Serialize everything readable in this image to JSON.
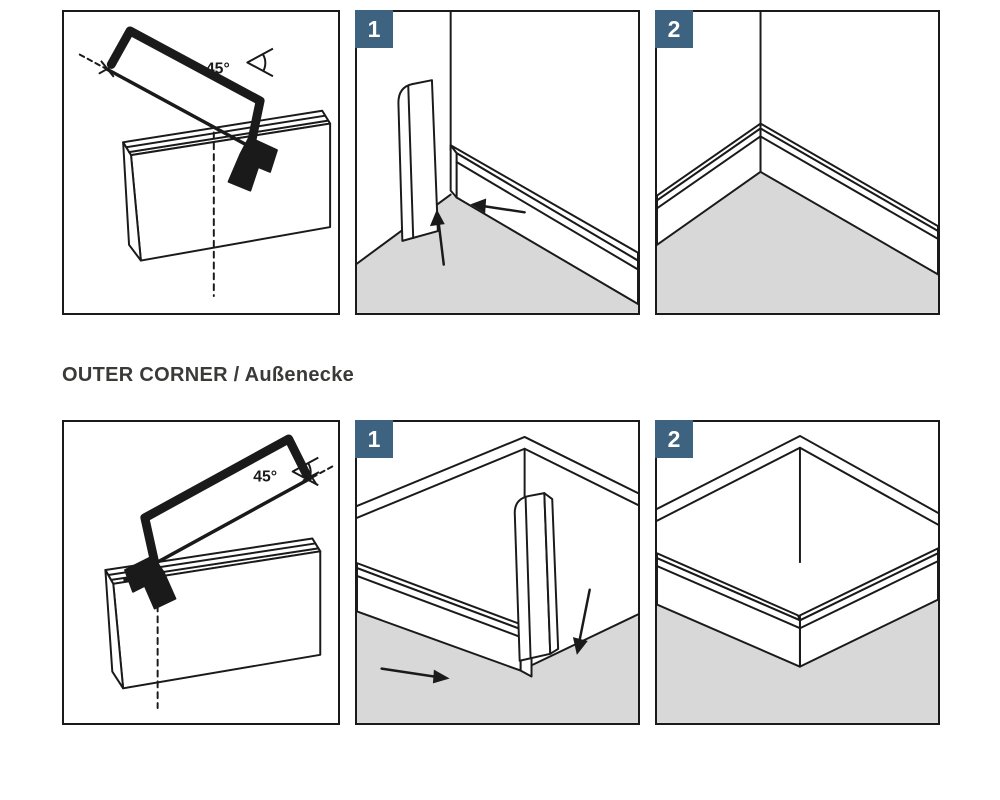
{
  "document": {
    "heading": "OUTER CORNER / Außenecke"
  },
  "colors": {
    "line": "#1a1a1a",
    "floor": "#d8d8d8",
    "badge_background": "#3e6380",
    "badge_text": "#ffffff",
    "heading_text": "#3a3a39",
    "background": "#ffffff"
  },
  "sections": {
    "inner_corner": {
      "cut_panel": {
        "angle_label": "45°",
        "icons": [
          "hacksaw-icon",
          "angle-45-icon",
          "cut-line-dashed"
        ]
      },
      "step1": {
        "badge": "1",
        "icons": [
          "arrow-up-icon",
          "arrow-left-icon"
        ]
      },
      "step2": {
        "badge": "2"
      }
    },
    "outer_corner": {
      "cut_panel": {
        "angle_label": "45°",
        "icons": [
          "hacksaw-icon",
          "angle-45-icon",
          "cut-line-dashed"
        ]
      },
      "step1": {
        "badge": "1",
        "icons": [
          "arrow-right-icon",
          "arrow-down-icon"
        ]
      },
      "step2": {
        "badge": "2"
      }
    }
  }
}
